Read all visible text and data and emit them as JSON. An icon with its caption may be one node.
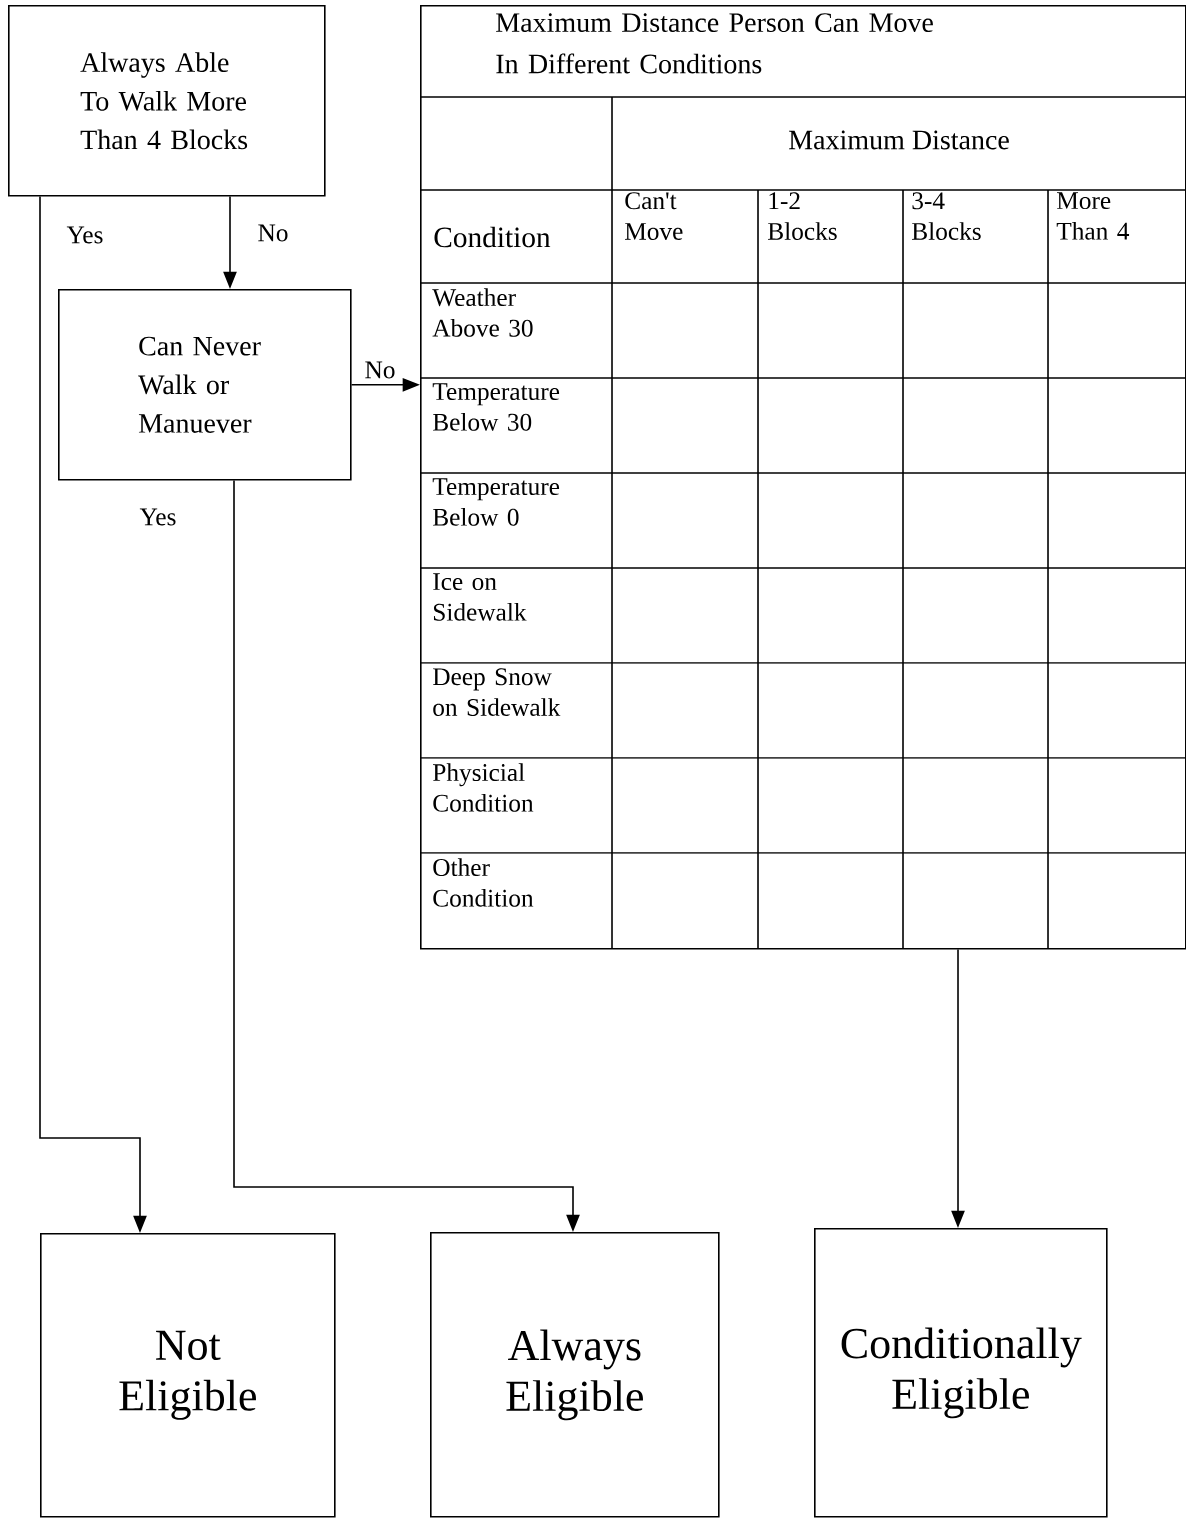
{
  "diagram": {
    "nodes": [
      {
        "text": [
          "Always Able To Walk More Than 4 Blocks"
        ]
      },
      {
        "text": [
          "Can Never Walk or Manuever"
        ]
      },
      {
        "text": [
          "Maximum Distance Person Can Move In Different Conditions"
        ]
      },
      {
        "text": [
          "Not Eligible"
        ]
      },
      {
        "text": [
          "Always Eligible"
        ]
      },
      {
        "text": [
          "Conditionally Eligible"
        ]
      }
    ],
    "edges": [
      {
        "from": 0,
        "to": 1,
        "arrow": "to",
        "label": "No"
      },
      {
        "from": 0,
        "to": 3,
        "arrow": "to",
        "label": "Yes"
      },
      {
        "from": 1,
        "to": 2,
        "arrow": "to",
        "label": "No"
      },
      {
        "from": 1,
        "to": 4,
        "arrow": "to",
        "label": "Yes"
      },
      {
        "from": 2,
        "to": 5,
        "arrow": "to"
      }
    ],
    "labels": [
      "Maximum Distance",
      "Condition",
      "Can't Move",
      "1-2 Blocks",
      "3-4 Blocks",
      "More Than 4",
      "Weather Above 30",
      "Temperature Below 30",
      "Temperature Below 0",
      "Ice on Sidewalk",
      "Deep Snow on Sidewalk",
      "Physicial Condition",
      "Other Condition"
    ]
  }
}
